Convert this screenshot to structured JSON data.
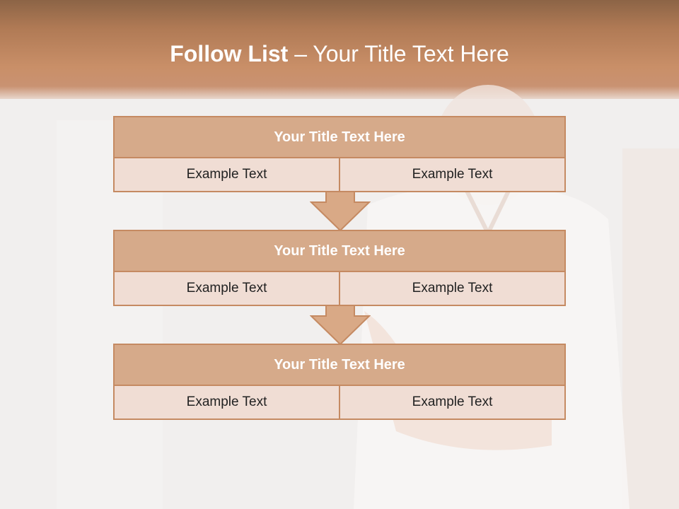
{
  "title": {
    "bold": "Follow List",
    "rest": " – Your Title Text Here"
  },
  "steps": [
    {
      "heading": "Your Title Text Here",
      "left": "Example Text",
      "right": "Example Text"
    },
    {
      "heading": "Your Title Text Here",
      "left": "Example Text",
      "right": "Example Text"
    },
    {
      "heading": "Your Title Text Here",
      "left": "Example Text",
      "right": "Example Text"
    }
  ],
  "colors": {
    "header_band": "#c98f68",
    "box_fill": "#d6aa8a",
    "cell_fill": "#f0ddd4",
    "border": "#c58a62",
    "arrow_fill": "#d9a986"
  }
}
